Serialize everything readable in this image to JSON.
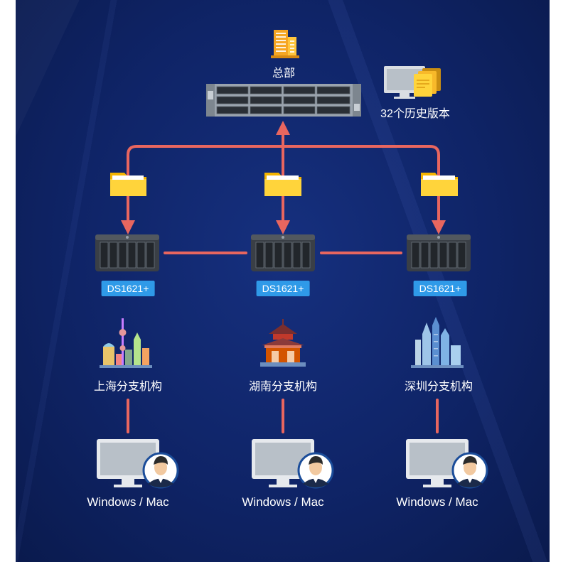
{
  "hq": {
    "label": "总部"
  },
  "history": {
    "label": "32个历史版本"
  },
  "nas": [
    {
      "model": "DS1621+"
    },
    {
      "model": "DS1621+"
    },
    {
      "model": "DS1621+"
    }
  ],
  "branches": [
    {
      "name": "上海分支机构",
      "client": "Windows / Mac"
    },
    {
      "name": "湖南分支机构",
      "client": "Windows / Mac"
    },
    {
      "name": "深圳分支机构",
      "client": "Windows / Mac"
    }
  ],
  "colors": {
    "line": "#e8665f",
    "badge": "#2f9ae8",
    "folder": "#ffd43b",
    "building": "#f6a623"
  }
}
